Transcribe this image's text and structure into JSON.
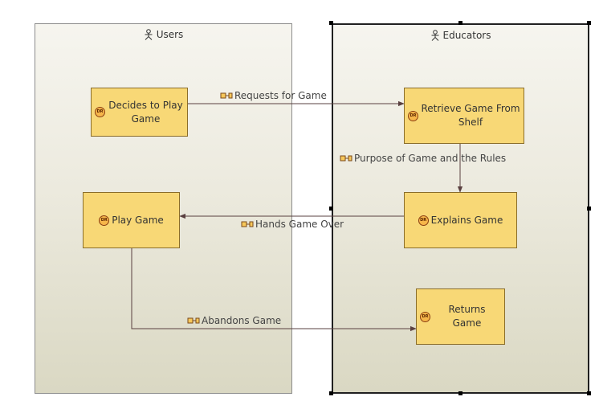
{
  "lanes": {
    "users": "Users",
    "educators": "Educators"
  },
  "nodes": {
    "decides": "Decides to Play Game",
    "play": "Play Game",
    "retrieve": "Retrieve Game From Shelf",
    "explains": "Explains Game",
    "returns": "Returns Game"
  },
  "node_badge": "DR",
  "edges": {
    "requests": "Requests for Game",
    "purpose": "Purpose of Game and the Rules",
    "hands_over": "Hands Game Over",
    "abandons": "Abandons Game"
  },
  "icons": {
    "lane": "actor-icon",
    "node": "dr-badge-icon",
    "edge": "flow-icon"
  },
  "colors": {
    "node_fill": "#f8d876",
    "node_border": "#8a6d2a",
    "edge": "#5a4040",
    "lane_gradient_top": "#f6f5ef",
    "lane_gradient_bottom": "#dad8c3"
  }
}
